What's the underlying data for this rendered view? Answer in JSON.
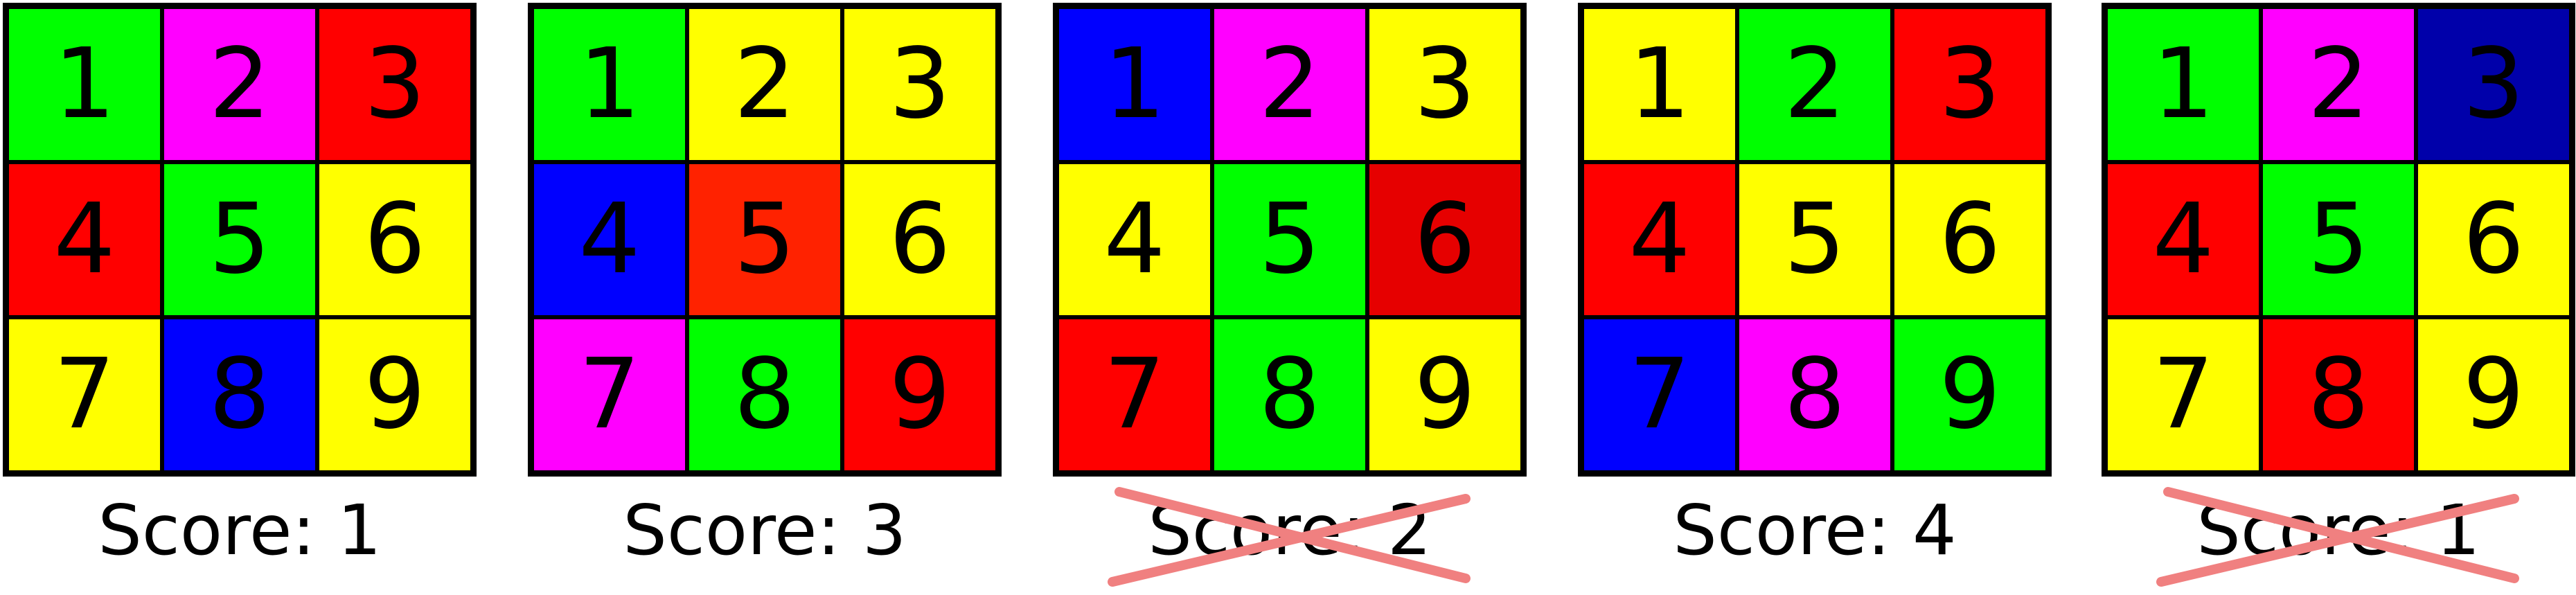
{
  "colors": {
    "green": "#00ff00",
    "magenta": "#ff00ff",
    "red": "#ff0000",
    "red_dark": "#e60000",
    "red_orange": "#ff2200",
    "yellow": "#ffff00",
    "blue": "#0000ff",
    "navy": "#0000aa",
    "cross": "#f08080"
  },
  "panels": [
    {
      "score": "Score: 1",
      "crossed": false,
      "cells": [
        {
          "label": "1",
          "color": "#00ff00"
        },
        {
          "label": "2",
          "color": "#ff00ff"
        },
        {
          "label": "3",
          "color": "#ff0000"
        },
        {
          "label": "4",
          "color": "#ff0000"
        },
        {
          "label": "5",
          "color": "#00ff00"
        },
        {
          "label": "6",
          "color": "#ffff00"
        },
        {
          "label": "7",
          "color": "#ffff00"
        },
        {
          "label": "8",
          "color": "#0000ff"
        },
        {
          "label": "9",
          "color": "#ffff00"
        }
      ]
    },
    {
      "score": "Score: 3",
      "crossed": false,
      "cells": [
        {
          "label": "1",
          "color": "#00ff00"
        },
        {
          "label": "2",
          "color": "#ffff00"
        },
        {
          "label": "3",
          "color": "#ffff00"
        },
        {
          "label": "4",
          "color": "#0000ff"
        },
        {
          "label": "5",
          "color": "#ff2200"
        },
        {
          "label": "6",
          "color": "#ffff00"
        },
        {
          "label": "7",
          "color": "#ff00ff"
        },
        {
          "label": "8",
          "color": "#00ff00"
        },
        {
          "label": "9",
          "color": "#ff0000"
        }
      ]
    },
    {
      "score": "Score: 2",
      "crossed": true,
      "cells": [
        {
          "label": "1",
          "color": "#0000ff"
        },
        {
          "label": "2",
          "color": "#ff00ff"
        },
        {
          "label": "3",
          "color": "#ffff00"
        },
        {
          "label": "4",
          "color": "#ffff00"
        },
        {
          "label": "5",
          "color": "#00ff00"
        },
        {
          "label": "6",
          "color": "#e60000"
        },
        {
          "label": "7",
          "color": "#ff0000"
        },
        {
          "label": "8",
          "color": "#00ff00"
        },
        {
          "label": "9",
          "color": "#ffff00"
        }
      ]
    },
    {
      "score": "Score: 4",
      "crossed": false,
      "cells": [
        {
          "label": "1",
          "color": "#ffff00"
        },
        {
          "label": "2",
          "color": "#00ff00"
        },
        {
          "label": "3",
          "color": "#ff0000"
        },
        {
          "label": "4",
          "color": "#ff0000"
        },
        {
          "label": "5",
          "color": "#ffff00"
        },
        {
          "label": "6",
          "color": "#ffff00"
        },
        {
          "label": "7",
          "color": "#0000ff"
        },
        {
          "label": "8",
          "color": "#ff00ff"
        },
        {
          "label": "9",
          "color": "#00ff00"
        }
      ]
    },
    {
      "score": "Score: 1",
      "crossed": true,
      "cells": [
        {
          "label": "1",
          "color": "#00ff00"
        },
        {
          "label": "2",
          "color": "#ff00ff"
        },
        {
          "label": "3",
          "color": "#0000aa"
        },
        {
          "label": "4",
          "color": "#ff0000"
        },
        {
          "label": "5",
          "color": "#00ff00"
        },
        {
          "label": "6",
          "color": "#ffff00"
        },
        {
          "label": "7",
          "color": "#ffff00"
        },
        {
          "label": "8",
          "color": "#ff0000"
        },
        {
          "label": "9",
          "color": "#ffff00"
        }
      ]
    }
  ]
}
